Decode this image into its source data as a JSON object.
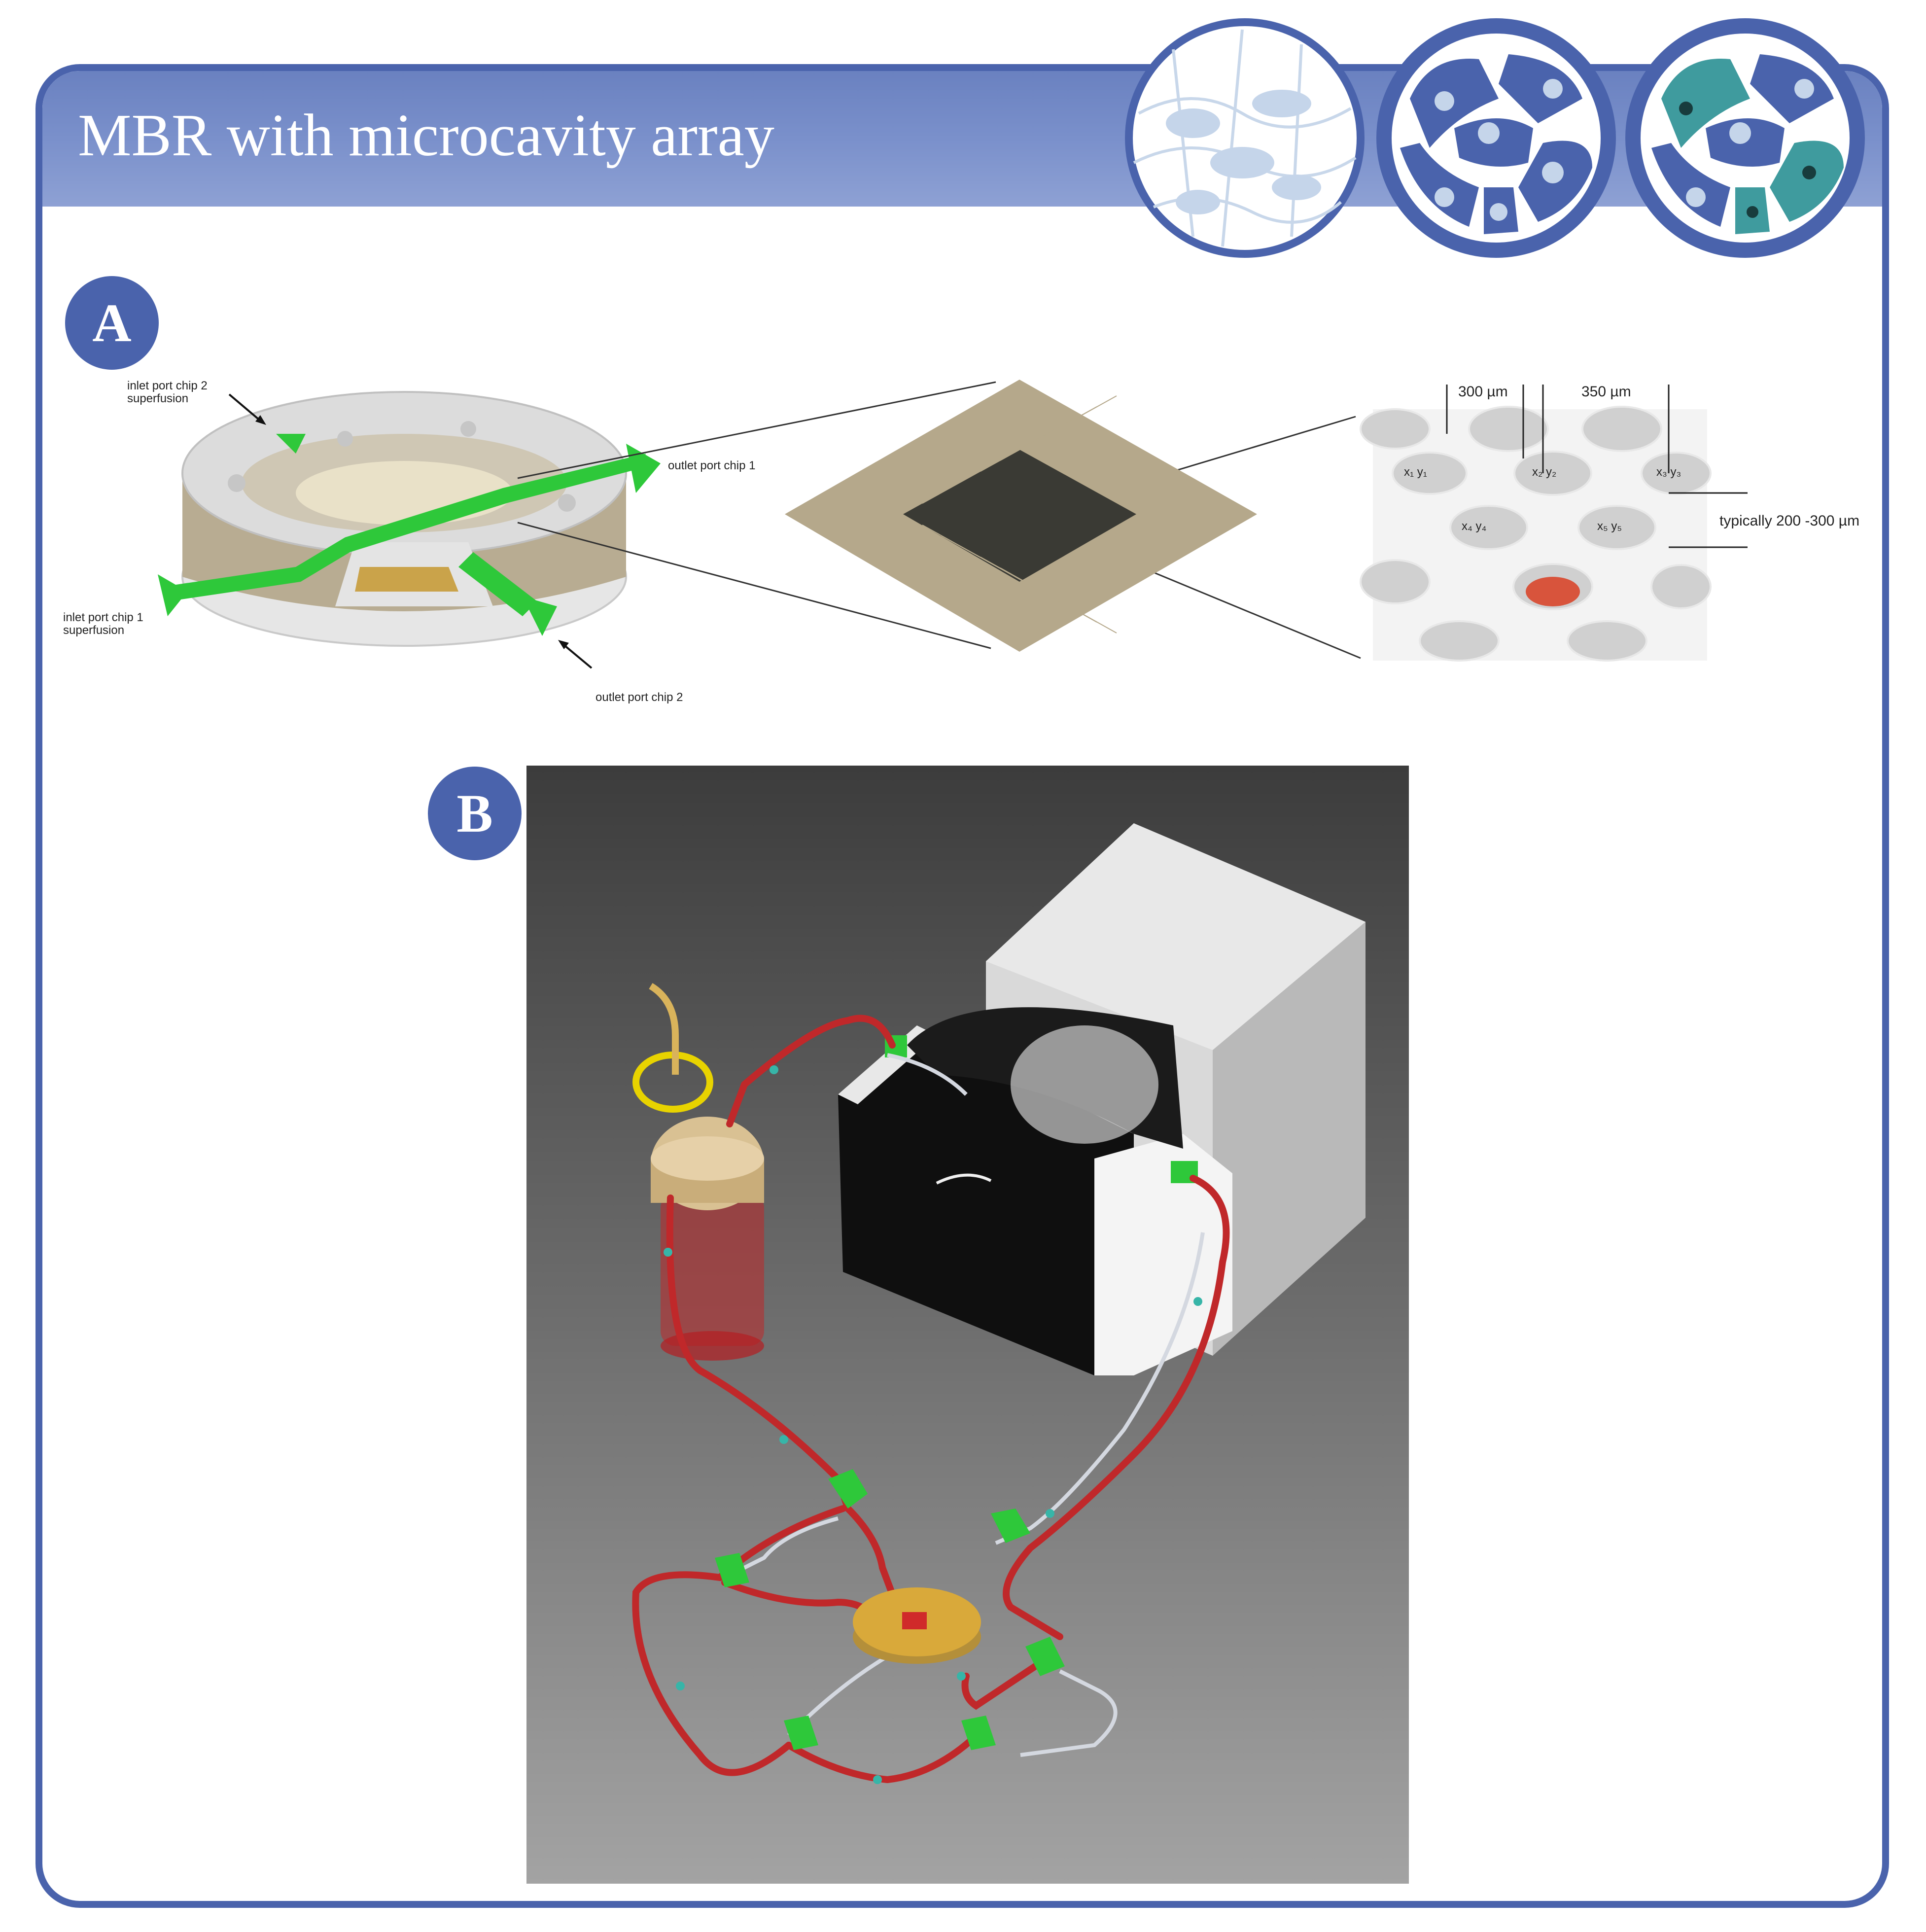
{
  "title": "MBR with microcavity array",
  "panels": {
    "a": {
      "badge": "A"
    },
    "b": {
      "badge": "B"
    }
  },
  "panel_a": {
    "inlet_chip2_line1": "inlet port chip 2",
    "inlet_chip2_line2": "superfusion",
    "outlet_chip1": "outlet port chip 1",
    "inlet_chip1_line1": "inlet port chip 1",
    "inlet_chip1_line2": "superfusion",
    "outlet_chip2": "outlet port chip 2",
    "dim_300": "300 µm",
    "dim_350": "350 µm",
    "typically": "typically 200 -300 µm",
    "cavity_labels": [
      "x₁ y₁",
      "x₂ y₂",
      "x₃ y₃",
      "x₄ y₄",
      "x₅ y₅"
    ]
  },
  "colors": {
    "brand_blue": "#4a63ac",
    "header_blue": "#7a90cb",
    "tubing_red": "#c0282a",
    "connector_green": "#2ec83a",
    "bioreactor_gold": "#d9a93a"
  }
}
